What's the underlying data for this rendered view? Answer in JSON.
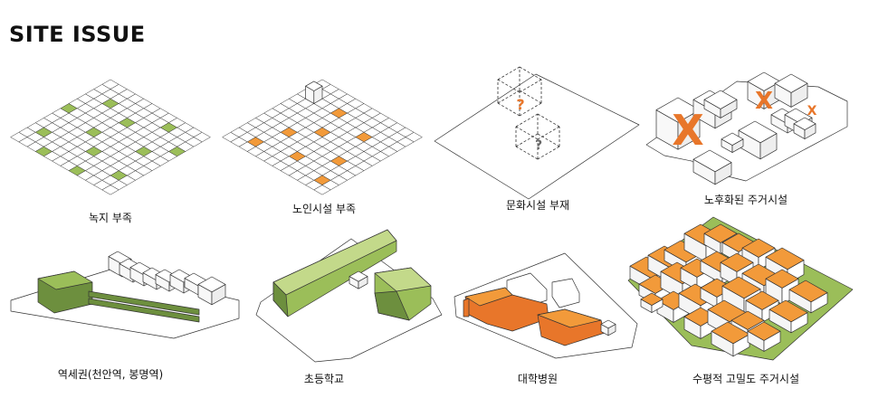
{
  "title": "SITE ISSUE",
  "colors": {
    "green_light": "#9bbe59",
    "green_dark": "#6d8f3e",
    "green_pale": "#c8d8a0",
    "orange": "#f29a3a",
    "orange_dark": "#e8762a",
    "line": "#333333"
  },
  "panels": [
    {
      "id": "green-shortage",
      "caption": "녹지 부족"
    },
    {
      "id": "senior-shortage",
      "caption": "노인시설 부족"
    },
    {
      "id": "culture-absence",
      "caption": "문화시설 부재",
      "marks": [
        "?",
        "?"
      ]
    },
    {
      "id": "old-housing",
      "caption": "노후화된 주거시설",
      "marks": [
        "X",
        "X",
        "X"
      ]
    },
    {
      "id": "station-area",
      "caption": "역세권(천안역, 봉명역)"
    },
    {
      "id": "elementary-school",
      "caption": "초등학교"
    },
    {
      "id": "university-hospital",
      "caption": "대학병원"
    },
    {
      "id": "dense-housing",
      "caption": "수평적 고밀도 주거시설"
    }
  ]
}
